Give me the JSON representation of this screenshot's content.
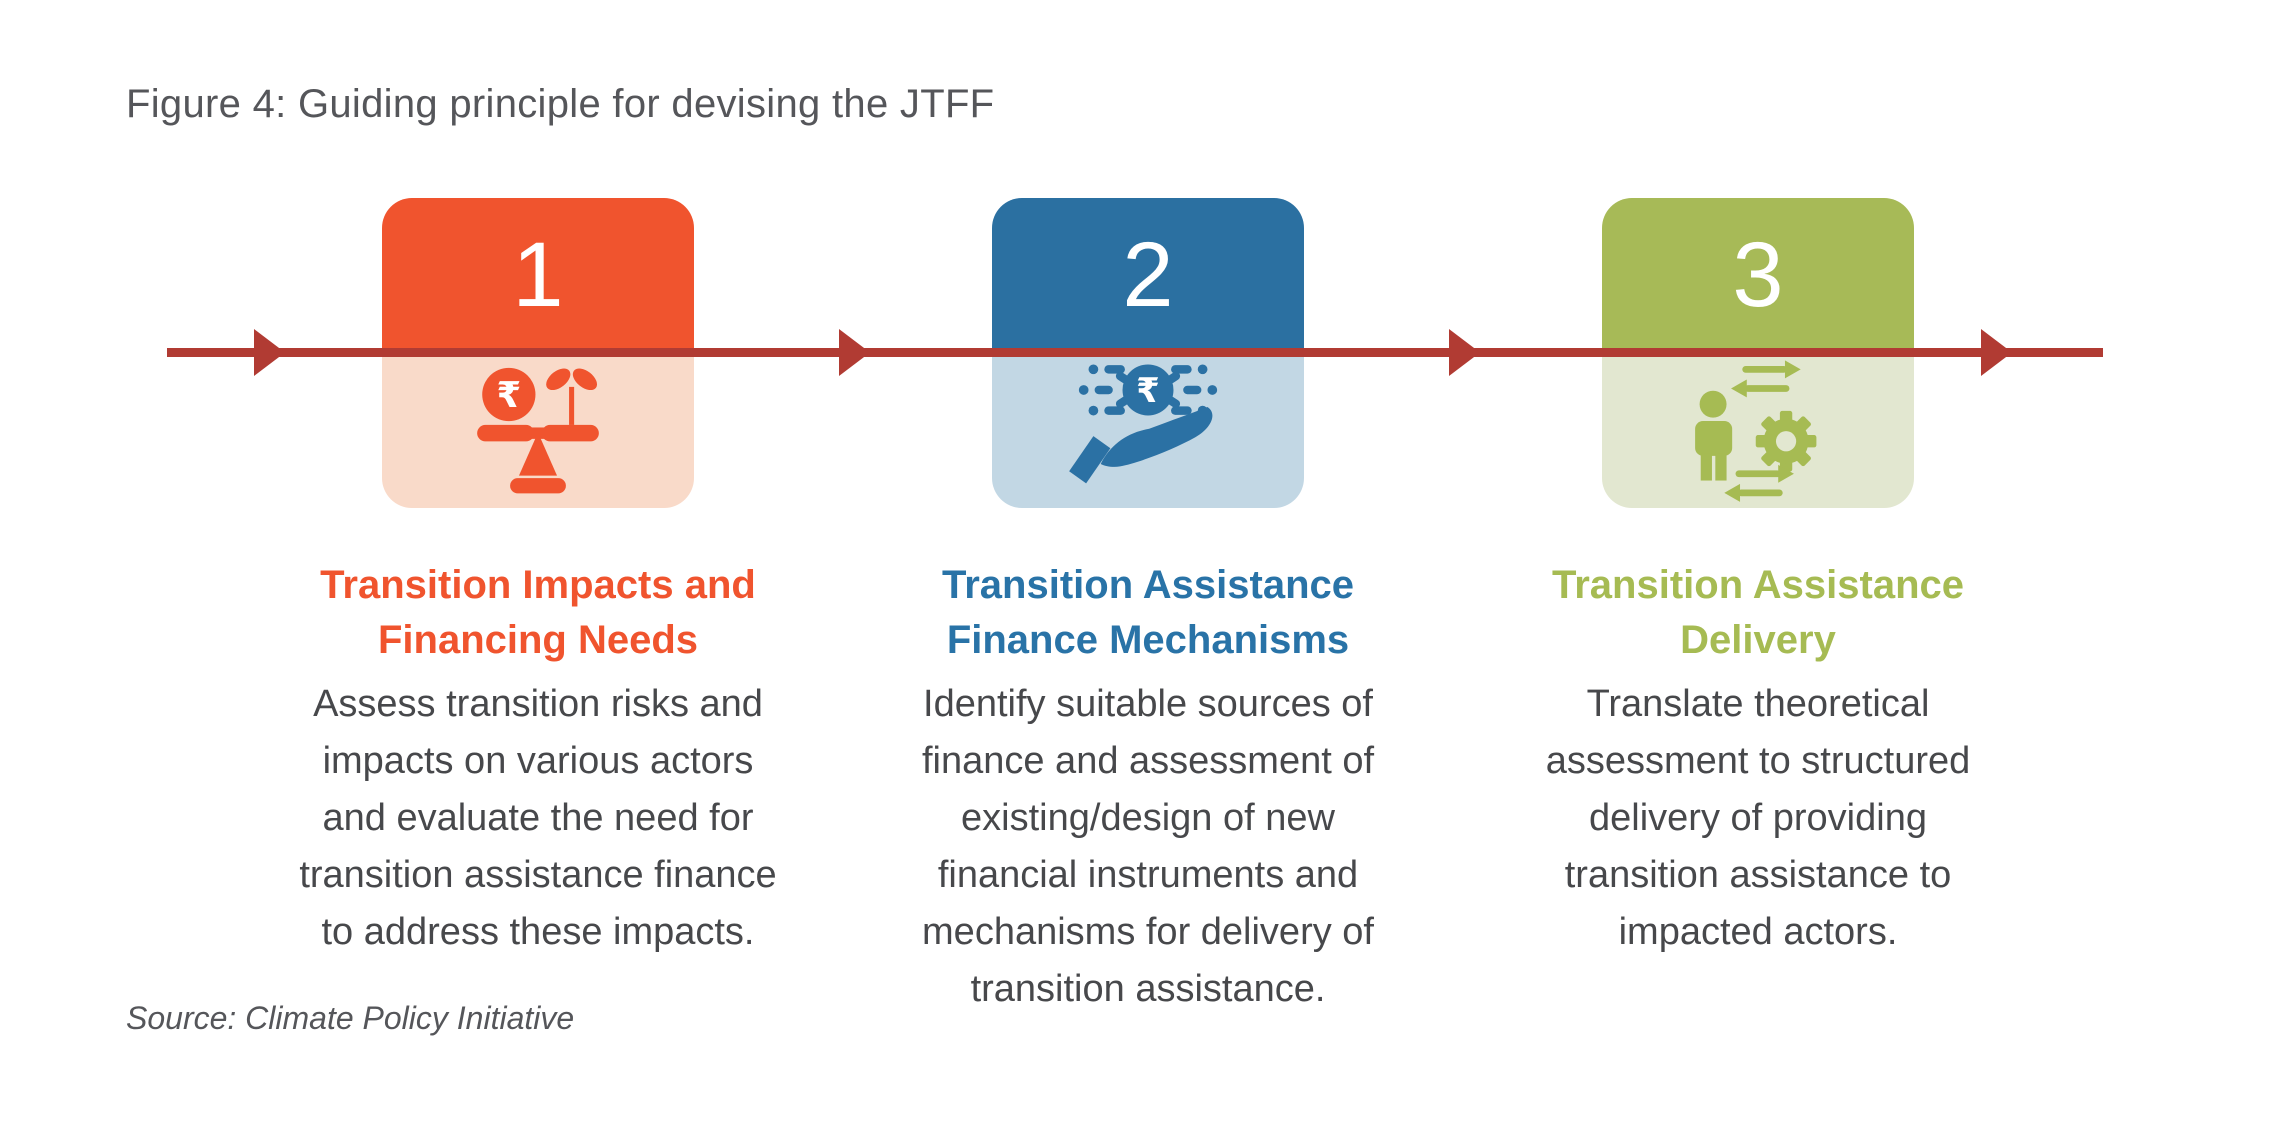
{
  "figure_title": "Figure 4: Guiding principle for devising the JTFF",
  "source_note": "Source: Climate Policy Initiative",
  "rupee_symbol": "₹",
  "colors": {
    "arrow_line": "#B13B33",
    "title_text": "#55565A",
    "body_text": "#47484B",
    "step1_solid": "#F0542E",
    "step1_tint": "#F9DAC9",
    "step2_solid": "#2B70A1",
    "step2_tint": "#C2D7E4",
    "step3_solid": "#A7BA57",
    "step3_tint": "#E2E7D0"
  },
  "steps": [
    {
      "number": "1",
      "icon": "rupee-balance-scale-icon",
      "heading": "Transition Impacts and\nFinancing Needs",
      "description": "Assess transition risks and\nimpacts on various actors\nand evaluate the need for\ntransition assistance finance\nto address these impacts."
    },
    {
      "number": "2",
      "icon": "hand-rupee-coin-flow-icon",
      "heading": "Transition Assistance\nFinance Mechanisms",
      "description": "Identify suitable sources of\nfinance and assessment of\nexisting/design of new\nfinancial instruments and\nmechanisms for delivery of\ntransition assistance."
    },
    {
      "number": "3",
      "icon": "person-gear-exchange-icon",
      "heading": "Transition Assistance\nDelivery",
      "description": "Translate theoretical\nassessment to structured\ndelivery of providing\ntransition assistance to\nimpacted actors."
    }
  ]
}
